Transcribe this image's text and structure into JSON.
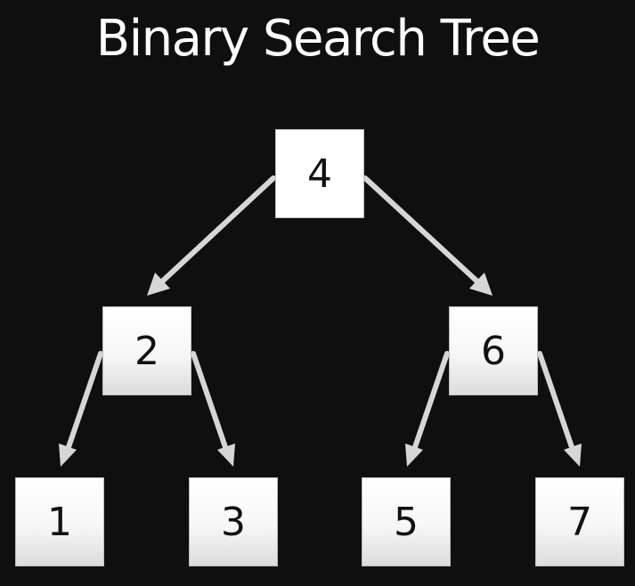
{
  "title": "Binary Search Tree",
  "colors": {
    "background": "#0f0f0f",
    "node_fill": "#ffffff",
    "edge": "#d6d6d6",
    "text": "#111111",
    "title": "#ffffff"
  },
  "nodes": {
    "root": "4",
    "left": "2",
    "right": "6",
    "left_left": "1",
    "left_right": "3",
    "right_left": "5",
    "right_right": "7"
  },
  "edges": [
    {
      "from": "4",
      "to": "2"
    },
    {
      "from": "4",
      "to": "6"
    },
    {
      "from": "2",
      "to": "1"
    },
    {
      "from": "2",
      "to": "3"
    },
    {
      "from": "6",
      "to": "5"
    },
    {
      "from": "6",
      "to": "7"
    }
  ]
}
